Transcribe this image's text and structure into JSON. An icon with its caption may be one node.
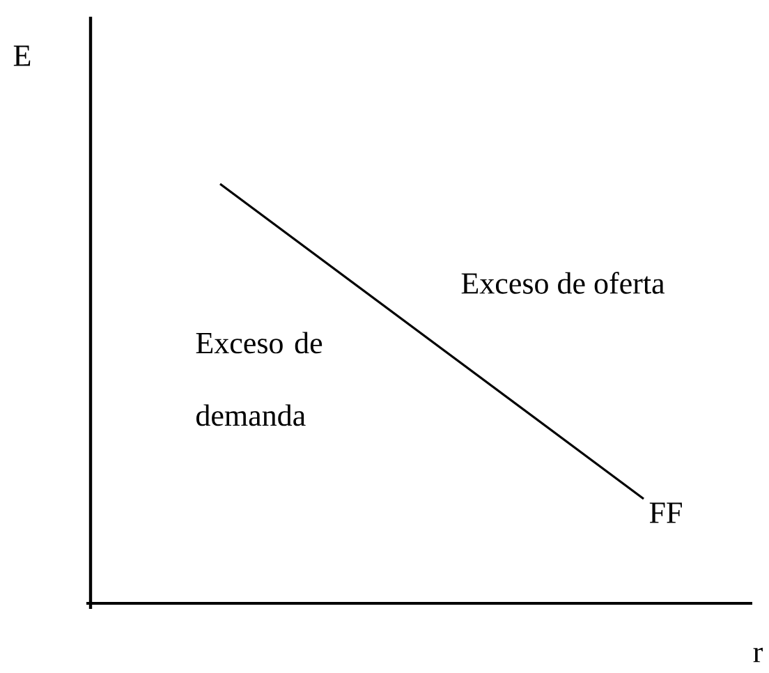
{
  "diagram": {
    "labels": [
      "E",
      "Exceso de oferta",
      "Exceso de demanda",
      "FF",
      "r"
    ]
  }
}
